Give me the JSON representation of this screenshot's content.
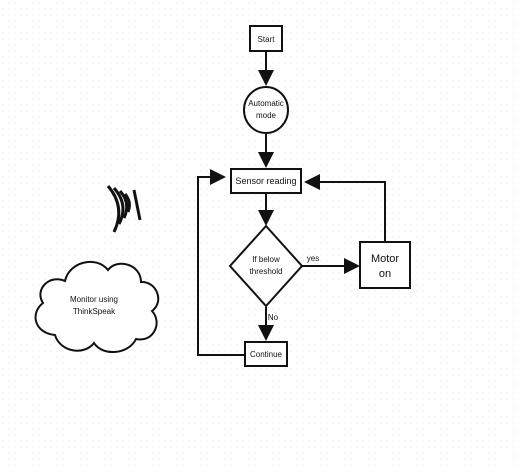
{
  "flowchart": {
    "start": "Start",
    "automatic_mode": [
      "Automatic",
      "mode"
    ],
    "sensor_reading": "Sensor reading",
    "decision": [
      "If below",
      "threshold"
    ],
    "motor_on": [
      "Motor",
      "on"
    ],
    "continue": "Continue",
    "yes_label": "yes",
    "no_label": "No"
  },
  "cloud": {
    "label": [
      "Monitor using",
      "ThinkSpeak"
    ]
  },
  "icons": {
    "wireless": "wifi-signal-icon"
  }
}
